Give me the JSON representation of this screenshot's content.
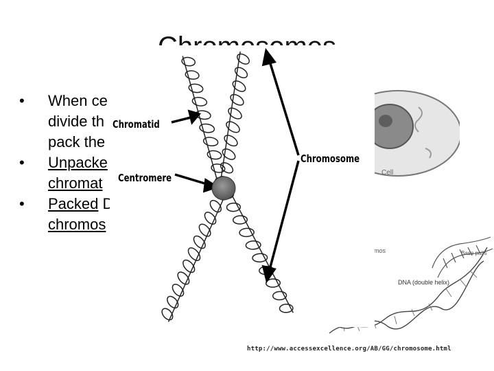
{
  "slide": {
    "title": "Chromosomes",
    "bullets": [
      {
        "prefix": "",
        "underlined": "",
        "text": "When ce"
      },
      {
        "prefix": "",
        "underlined": "",
        "text": "divide th"
      },
      {
        "prefix": "",
        "underlined": "",
        "text": "pack the"
      },
      {
        "prefix": "",
        "underlined": "Unpacke",
        "text": ""
      },
      {
        "prefix": "",
        "underlined": "chromat",
        "text": ""
      },
      {
        "prefix": "",
        "underlined": "Packed",
        "text": " D"
      },
      {
        "prefix": "",
        "underlined": "chromos",
        "text": ""
      }
    ],
    "bullet_glyph": "•"
  },
  "illustration": {
    "labels": {
      "chromatid": "Chromatid",
      "centromere": "Centromere",
      "chromosome": "Chromosome"
    },
    "cell_label": "Cell",
    "dna_label": "DNA (double helix)",
    "dna_label2": "mos",
    "dna_label3": "Base pairs",
    "source_url": "http://www.accessexcellence.org/AB/GG/chromosome.html"
  }
}
